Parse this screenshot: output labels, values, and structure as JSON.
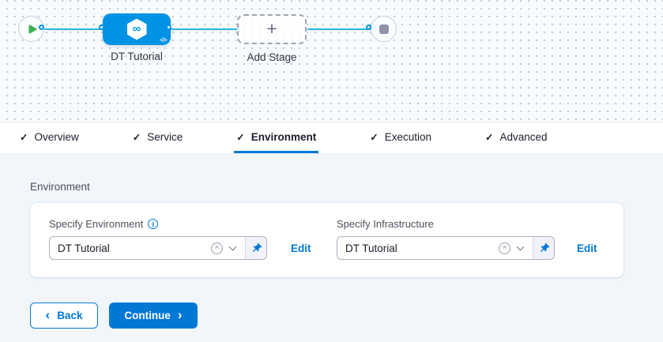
{
  "canvas": {
    "stage_label": "DT Tutorial",
    "add_stage_label": "Add Stage"
  },
  "icons": {
    "check": "✓",
    "plus": "+",
    "infinity": "∞",
    "code": "</>",
    "chevron_left": "‹",
    "chevron_right": "›",
    "info": "i",
    "clear": "×"
  },
  "tabs": [
    {
      "label": "Overview",
      "completed": true,
      "active": false
    },
    {
      "label": "Service",
      "completed": true,
      "active": false
    },
    {
      "label": "Environment",
      "completed": true,
      "active": true
    },
    {
      "label": "Execution",
      "completed": true,
      "active": false
    },
    {
      "label": "Advanced",
      "completed": true,
      "active": false
    }
  ],
  "environment_section": {
    "heading": "Environment",
    "environment_field": {
      "label": "Specify Environment",
      "value": "DT Tutorial",
      "edit_label": "Edit"
    },
    "infrastructure_field": {
      "label": "Specify Infrastructure",
      "value": "DT Tutorial",
      "edit_label": "Edit"
    }
  },
  "footer": {
    "back_label": "Back",
    "continue_label": "Continue"
  },
  "colors": {
    "primary_blue": "#0278d5",
    "node_blue": "#0092e4",
    "connector_line": "#2bb3e8",
    "play_green": "#3eb052"
  }
}
